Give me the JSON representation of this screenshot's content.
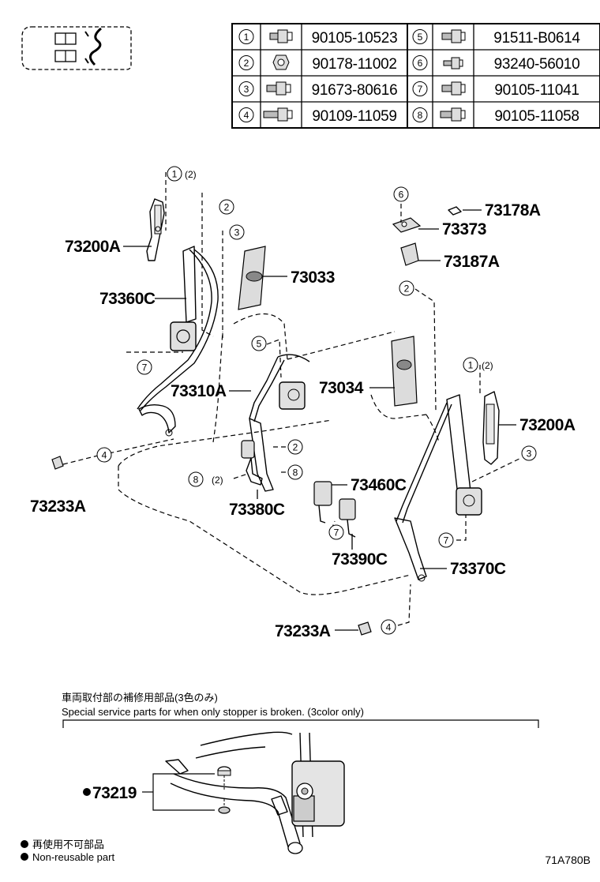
{
  "fastener_table": {
    "rows": [
      {
        "l_index": "1",
        "l_part": "90105-10523",
        "r_index": "5",
        "r_part": "91511-B0614"
      },
      {
        "l_index": "2",
        "l_part": "90178-11002",
        "r_index": "6",
        "r_part": "93240-56010"
      },
      {
        "l_index": "3",
        "l_part": "91673-80616",
        "r_index": "7",
        "r_part": "90105-11041"
      },
      {
        "l_index": "4",
        "l_part": "90109-11059",
        "r_index": "8",
        "r_part": "90105-11058"
      }
    ]
  },
  "callouts": {
    "c1_top": "1",
    "c1_top_qty": "(2)",
    "c2_top": "2",
    "c3_top": "3",
    "c7_left": "7",
    "c4_left": "4",
    "c5": "5",
    "c2_mid": "2",
    "c8_qty_circle": "8",
    "c8_qty": "(2)",
    "c8_right": "8",
    "c6": "6",
    "c2_right": "2",
    "c1_right": "1",
    "c1_right_qty": "(2)",
    "c3_right": "3",
    "c7_right": "7",
    "c7_buckle": "7",
    "c4_bottom": "4"
  },
  "labels": {
    "p73200A_left": "73200A",
    "p73360C": "73360C",
    "p73033": "73033",
    "p73310A": "73310A",
    "p73233A_left": "73233A",
    "p73380C": "73380C",
    "p73178A": "73178A",
    "p73373": "73373",
    "p73187A": "73187A",
    "p73034": "73034",
    "p73200A_right": "73200A",
    "p73460C": "73460C",
    "p73390C": "73390C",
    "p73370C": "73370C",
    "p73233A_bottom": "73233A"
  },
  "service_note": {
    "japanese": "車両取付部の補修用部品(3色のみ)",
    "english": "Special service parts for when only stopper is broken. (3color only)",
    "part_number": "73219"
  },
  "legend": {
    "jp": "再使用不可部品",
    "en": "Non-reusable part"
  },
  "diagram_id": "71A780B",
  "icons": [
    "vehicle-location-icon",
    "bolt-icon",
    "nut-icon",
    "non-reusable-dot-icon"
  ]
}
